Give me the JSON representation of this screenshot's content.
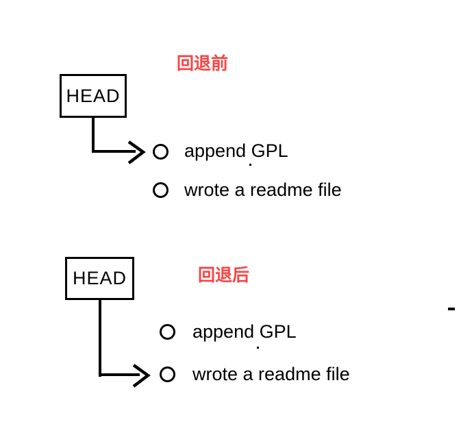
{
  "diagram": {
    "title_meaning": "Git HEAD pointer before and after reset",
    "head_box_label": "HEAD",
    "sections": [
      {
        "label": "回退前",
        "commits": [
          {
            "message": "append GPL",
            "head_points_here": true
          },
          {
            "message": "wrote a readme file",
            "head_points_here": false
          }
        ]
      },
      {
        "label": "回退后",
        "commits": [
          {
            "message": "append GPL",
            "head_points_here": false
          },
          {
            "message": "wrote a readme file",
            "head_points_here": true
          }
        ]
      }
    ]
  },
  "colors": {
    "label_red": "#fb4343",
    "stroke_black": "#000000",
    "background_white": "#ffffff"
  }
}
